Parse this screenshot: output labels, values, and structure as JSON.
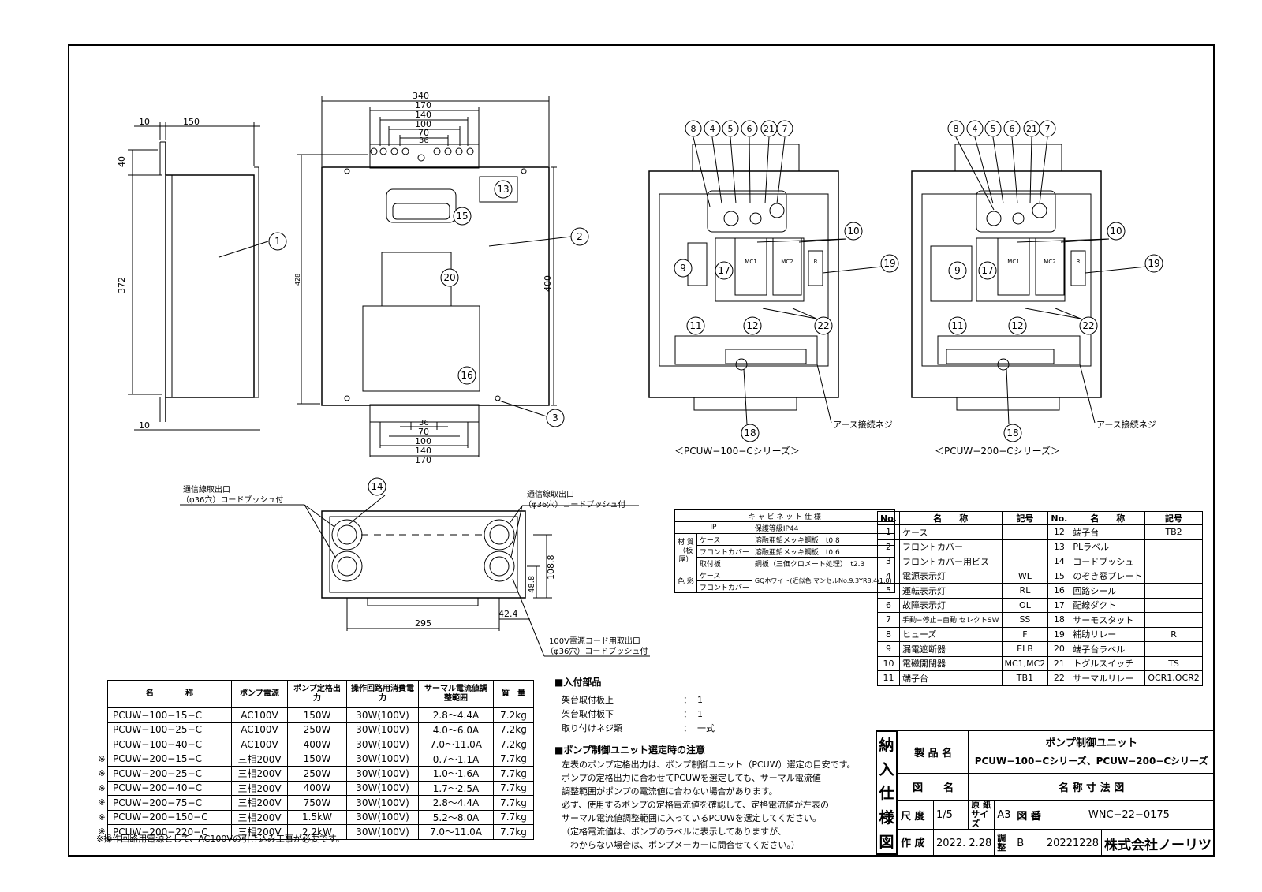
{
  "dims": {
    "side": {
      "d10a": "10",
      "d150": "150",
      "d40": "40",
      "d372": "372",
      "d10b": "10"
    },
    "front": {
      "w340": "340",
      "w170": "170",
      "w140": "140",
      "w100": "100",
      "w70": "70",
      "w36": "36",
      "h428": "428",
      "h400": "400"
    },
    "front_bottom": {
      "w36": "36",
      "w70": "70",
      "w100": "100",
      "w140": "140",
      "w170": "170"
    },
    "bottom": {
      "w295": "295",
      "h108": "108.8",
      "h48": "48.8",
      "w42": "42.4"
    }
  },
  "callouts": {
    "c1": "1",
    "c2": "2",
    "c3": "3",
    "c13": "13",
    "c15": "15",
    "c20": "20",
    "c16": "16",
    "c14": "14",
    "inner_top": [
      "8",
      "4",
      "5",
      "6",
      "21",
      "7"
    ],
    "c10": "10",
    "c9": "9",
    "c17": "17",
    "c19": "19",
    "c22": "22",
    "c11": "11",
    "c12": "12",
    "c18": "18"
  },
  "inner_labels": {
    "mc1": "MC1",
    "mc2": "MC2",
    "r": "R"
  },
  "captions": {
    "pcuw100": "＜PCUW−100−Cシリーズ＞",
    "pcuw200": "＜PCUW−200−Cシリーズ＞",
    "earth": "アース接続ネジ",
    "comm_left_1": "通信線取出口",
    "comm_left_2": "（φ36穴）コードブッシュ付",
    "comm_right_1": "通信線取出口",
    "comm_right_2": "（φ36穴）コードブッシュ付",
    "power_1": "100V電源コード用取出口",
    "power_2": "（φ36穴）コードブッシュ付"
  },
  "cabinet": {
    "title": "キ ャ ビ ネ ッ ト 仕 様",
    "ip_label": "IP",
    "ip_value": "保護等級IP44",
    "material_label": "材 質（板厚）",
    "rows": [
      {
        "part": "ケース",
        "value": "溶融亜鉛メッキ鋼板　t0.8"
      },
      {
        "part": "フロントカバー",
        "value": "溶融亜鉛メッキ鋼板　t0.6"
      },
      {
        "part": "取付板",
        "value": "鋼板（三価クロメート処理）　t2.3"
      }
    ],
    "color_label": "色 彩",
    "color_parts": [
      "ケース",
      "フロントカバー"
    ],
    "color_value": "GQホワイト(近似色 マンセルNo.9.3YR8.4/1.0)"
  },
  "parts": {
    "headers": [
      "No.",
      "名　　称",
      "記号",
      "No.",
      "名　　称",
      "記号"
    ],
    "rows": [
      [
        "1",
        "ケース",
        "",
        "12",
        "端子台",
        "TB2"
      ],
      [
        "2",
        "フロントカバー",
        "",
        "13",
        "PLラベル",
        ""
      ],
      [
        "3",
        "フロントカバー用ビス",
        "",
        "14",
        "コードブッシュ",
        ""
      ],
      [
        "4",
        "電源表示灯",
        "WL",
        "15",
        "のぞき窓プレート",
        ""
      ],
      [
        "5",
        "運転表示灯",
        "RL",
        "16",
        "回路シール",
        ""
      ],
      [
        "6",
        "故障表示灯",
        "OL",
        "17",
        "配線ダクト",
        ""
      ],
      [
        "7",
        "手動−停止−自動 セレクトSW",
        "SS",
        "18",
        "サーモスタット",
        ""
      ],
      [
        "8",
        "ヒューズ",
        "F",
        "19",
        "補助リレー",
        "R"
      ],
      [
        "9",
        "漏電遮断器",
        "ELB",
        "20",
        "端子台ラベル",
        ""
      ],
      [
        "10",
        "電磁開閉器",
        "MC1,MC2",
        "21",
        "トグルスイッチ",
        "TS"
      ],
      [
        "11",
        "端子台",
        "TB1",
        "22",
        "サーマルリレー",
        "OCR1,OCR2"
      ]
    ]
  },
  "spec": {
    "headers": [
      "名　　　　称",
      "ポンプ電源",
      "ポンプ定格出力",
      "操作回路用消費電力",
      "サーマル電流値調整範囲",
      "質　量"
    ],
    "rows": [
      {
        "mark": "",
        "cells": [
          "PCUW−100−15−C",
          "AC100V",
          "150W",
          "30W(100V)",
          "2.8〜4.4A",
          "7.2kg"
        ]
      },
      {
        "mark": "",
        "cells": [
          "PCUW−100−25−C",
          "AC100V",
          "250W",
          "30W(100V)",
          "4.0〜6.0A",
          "7.2kg"
        ]
      },
      {
        "mark": "",
        "cells": [
          "PCUW−100−40−C",
          "AC100V",
          "400W",
          "30W(100V)",
          "7.0〜11.0A",
          "7.2kg"
        ]
      },
      {
        "mark": "※",
        "cells": [
          "PCUW−200−15−C",
          "三相200V",
          "150W",
          "30W(100V)",
          "0.7〜1.1A",
          "7.7kg"
        ]
      },
      {
        "mark": "※",
        "cells": [
          "PCUW−200−25−C",
          "三相200V",
          "250W",
          "30W(100V)",
          "1.0〜1.6A",
          "7.7kg"
        ]
      },
      {
        "mark": "※",
        "cells": [
          "PCUW−200−40−C",
          "三相200V",
          "400W",
          "30W(100V)",
          "1.7〜2.5A",
          "7.7kg"
        ]
      },
      {
        "mark": "※",
        "cells": [
          "PCUW−200−75−C",
          "三相200V",
          "750W",
          "30W(100V)",
          "2.8〜4.4A",
          "7.7kg"
        ]
      },
      {
        "mark": "※",
        "cells": [
          "PCUW−200−150−C",
          "三相200V",
          "1.5kW",
          "30W(100V)",
          "5.2〜8.0A",
          "7.7kg"
        ]
      },
      {
        "mark": "※",
        "cells": [
          "PCUW−200−220−C",
          "三相200V",
          "2.2kW",
          "30W(100V)",
          "7.0〜11.0A",
          "7.7kg"
        ]
      }
    ],
    "footnote": "※操作回路用電源として、AC100Vの引き込み工事が必要です。"
  },
  "accessories": {
    "title": "■入付部品",
    "items": [
      {
        "name": "架台取付板上",
        "sep": "：",
        "qty": "1"
      },
      {
        "name": "架台取付板下",
        "sep": "：",
        "qty": "1"
      },
      {
        "name": "取り付けネジ類",
        "sep": "：",
        "qty": "一式"
      }
    ]
  },
  "caution": {
    "title": "■ポンプ制御ユニット選定時の注意",
    "lines": [
      "左表のポンプ定格出力は、ポンプ制御ユニット（PCUW）選定の目安です。",
      "ポンプの定格出力に合わせてPCUWを選定しても、サーマル電流値",
      "調整範囲がポンプの電流値に合わない場合があります。",
      "必ず、使用するポンプの定格電流値を確認して、定格電流値が左表の",
      "サーマル電流値調整範囲に入っているPCUWを選定してください。",
      "（定格電流値は、ポンプのラベルに表示してありますが、",
      "　わからない場合は、ポンプメーカーに問合せてください。）"
    ]
  },
  "titleblock": {
    "stamp": [
      "納",
      "入",
      "仕",
      "様",
      "図"
    ],
    "product_label": "製 品 名",
    "product_name_1": "ポンプ制御ユニット",
    "product_name_2": "PCUW−100−Cシリーズ、PCUW−200−Cシリーズ",
    "drawing_label": "図　　名",
    "drawing_name": "名 称 寸 法 図",
    "scale_label": "尺 度",
    "scale": "1/5",
    "paper_label": "原 紙 サイズ",
    "paper": "A3",
    "number_label": "図 番",
    "number": "WNC−22−0175",
    "created_label": "作 成",
    "created": "2022. 2.28",
    "adjust_label": "調 整",
    "rev": "B",
    "revdate": "20221228",
    "company": "株式会社ノーリツ"
  }
}
